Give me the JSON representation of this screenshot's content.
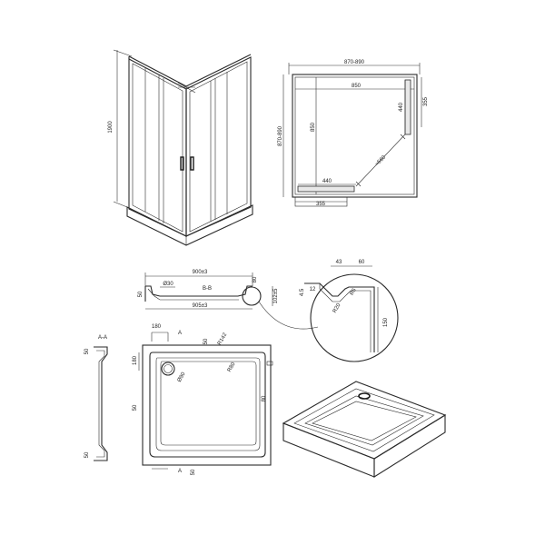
{
  "views": {
    "elevation": {
      "height": "1900"
    },
    "plan": {
      "outer_width": "870-890",
      "inner_width": "850",
      "outer_depth": "870-890",
      "inner_depth": "850",
      "door_right": "440",
      "door_bottom": "440",
      "side_right": "355",
      "side_bottom": "355",
      "diagonal": "≈560"
    },
    "tray_section": {
      "top_width": "900±3",
      "bottom_width": "905±3",
      "section_label": "B-B",
      "drain_dia": "Ø30",
      "left_height": "50",
      "right_height": "80",
      "right_dim": "102±5"
    },
    "detail": {
      "dim_43": "43",
      "dim_60": "60",
      "dim_r": "R6",
      "dim_r2": "R20",
      "dim_150": "150",
      "dim_12": "12",
      "dim_45": "4.5"
    },
    "tray_plan": {
      "drain_offset": "180",
      "section_label_a": "A",
      "section_label_aa": "A-A",
      "top_50": "50",
      "corner": "R142",
      "left_180": "180",
      "left_50": "50",
      "right_80": "80",
      "drain_dia": "Ø90",
      "corner_inner": "R80",
      "bottom_50": "50",
      "section_50_top": "50",
      "section_50_bottom": "50"
    }
  }
}
